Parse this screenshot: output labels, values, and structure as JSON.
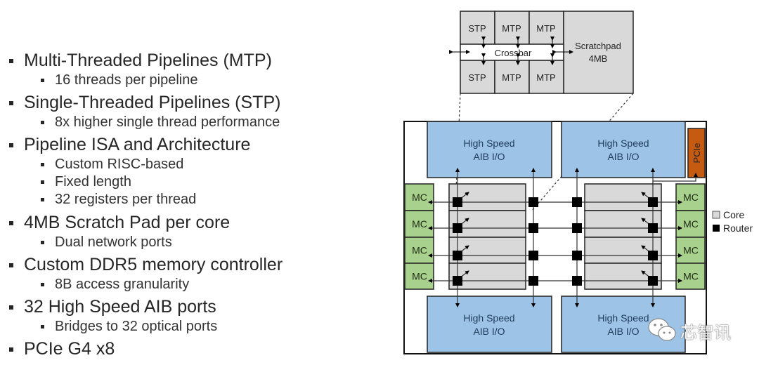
{
  "bullets": [
    {
      "text": "Multi-Threaded Pipelines (MTP)",
      "level": 1
    },
    {
      "text": "16 threads per pipeline",
      "level": 2
    },
    {
      "text": "Single-Threaded Pipelines (STP)",
      "level": 1
    },
    {
      "text": "8x higher single thread performance",
      "level": 2
    },
    {
      "text": "Pipeline ISA and Architecture",
      "level": 1
    },
    {
      "text": "Custom RISC-based",
      "level": 2
    },
    {
      "text": "Fixed length",
      "level": 2
    },
    {
      "text": "32 registers per thread",
      "level": 2
    },
    {
      "text": "4MB Scratch Pad per core",
      "level": 1
    },
    {
      "text": "Dual network ports",
      "level": 2
    },
    {
      "text": "Custom DDR5 memory controller",
      "level": 1
    },
    {
      "text": "8B access granularity",
      "level": 2
    },
    {
      "text": "32 High Speed AIB ports",
      "level": 1
    },
    {
      "text": "Bridges to 32 optical ports",
      "level": 2
    },
    {
      "text": "PCIe G4 x8",
      "level": 1
    }
  ],
  "core_detail": {
    "top_row": [
      "STP",
      "MTP",
      "MTP"
    ],
    "bottom_row": [
      "STP",
      "MTP",
      "MTP"
    ],
    "crossbar": "Crossbar",
    "scratchpad_line1": "Scratchpad",
    "scratchpad_line2": "4MB"
  },
  "die": {
    "aib_line1": "High Speed",
    "aib_line2": "AIB I/O",
    "pcie": "PCIe",
    "mc": "MC"
  },
  "legend": {
    "core": "Core",
    "router": "Router"
  },
  "watermark": {
    "text": "芯智讯"
  },
  "colors": {
    "aib_blue": "#9dc3e6",
    "mc_green": "#a9d18e",
    "pcie_orange": "#c55a11",
    "core_gray": "#d9d9d9",
    "router_black": "#000000"
  }
}
